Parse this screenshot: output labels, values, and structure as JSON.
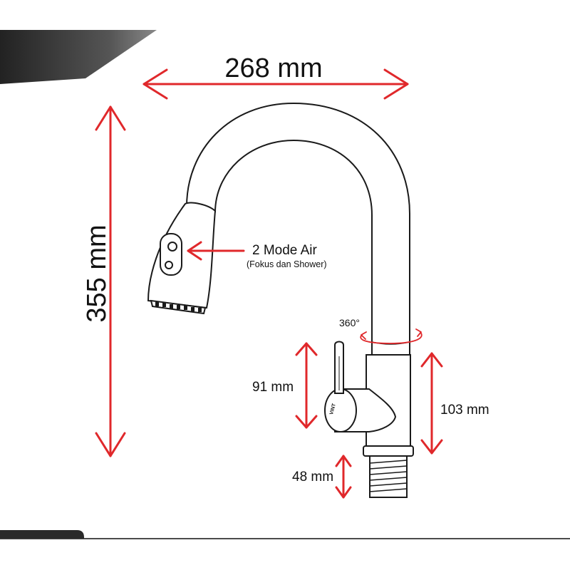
{
  "dimensions": {
    "width_label": "268 mm",
    "height_label": "355 mm",
    "handle_label": "91 mm",
    "body_label": "103 mm",
    "thread_label": "48 mm",
    "rotation_label": "360°"
  },
  "callout": {
    "title": "2 Mode Air",
    "subtitle": "(Fokus dan Shower)"
  },
  "product": {
    "brand_mark": "VINT"
  },
  "colors": {
    "arrow": "#e0282b",
    "outline": "#1a1a1a",
    "header_band": "#3a3a3a"
  }
}
